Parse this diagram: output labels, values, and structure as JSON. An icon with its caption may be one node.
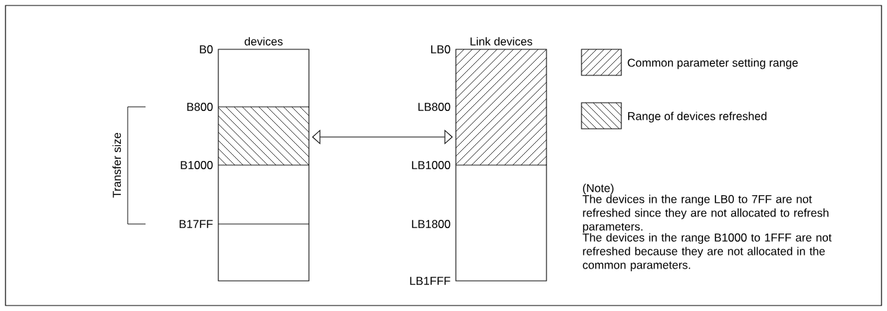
{
  "diagram": {
    "nodes": [
      {
        "text": [
          "devices"
        ]
      },
      {
        "text": [
          "Link devices"
        ]
      }
    ],
    "edges": [
      {
        "from": 0,
        "to": 1,
        "arrow": "both"
      }
    ],
    "labels": [
      "B0",
      "B800",
      "B1000",
      "B17FF",
      "LB0",
      "LB800",
      "LB1000",
      "LB1800",
      "LB1FFF",
      "Transfer size",
      "(Note)",
      "The devices in the range LB0 to 7FF are not refreshed since they are not allocated to refresh parameters.",
      "The devices in the range B1000 to 1FFF are not refreshed because they are not allocated in the common parameters."
    ],
    "legend": [
      {
        "text": "Common parameter setting range"
      },
      {
        "text": "Range of devices refreshed"
      }
    ]
  }
}
